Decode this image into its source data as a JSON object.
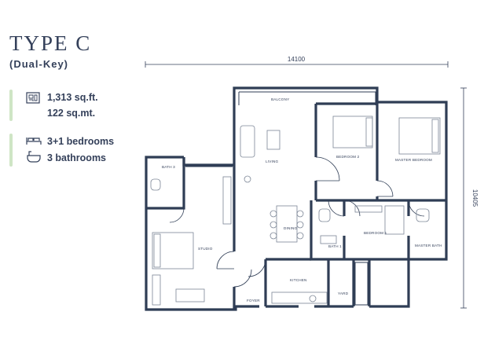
{
  "header": {
    "title": "TYPE C",
    "subtitle": "(Dual-Key)"
  },
  "specs": {
    "area": {
      "icon": "floor-area-icon",
      "sqft": "1,313 sq.ft.",
      "sqm": "122 sq.mt."
    },
    "rooms": {
      "icon": "bedroom-bathroom-icon",
      "bedrooms": "3+1 bedrooms",
      "bathrooms": "3 bathrooms"
    }
  },
  "dimensions": {
    "width": "14100",
    "depth": "10405"
  },
  "rooms": {
    "balcony": "BALCONY",
    "bedroom2": "BEDROOM 2",
    "master_bedroom": "MASTER BEDROOM",
    "living": "LIVING",
    "bath3": "BATH 3",
    "studio": "STUDIO",
    "dining": "DINING",
    "bath1": "BATH 1",
    "bedroom1": "BEDROOM 1",
    "master_bath": "MASTER BATH",
    "kitchen": "KITCHEN",
    "yard": "YARD",
    "foyer": "FOYER"
  },
  "colors": {
    "walls": "#2f3d55",
    "accent_bar": "#cfe5c5",
    "text": "#34405a"
  }
}
